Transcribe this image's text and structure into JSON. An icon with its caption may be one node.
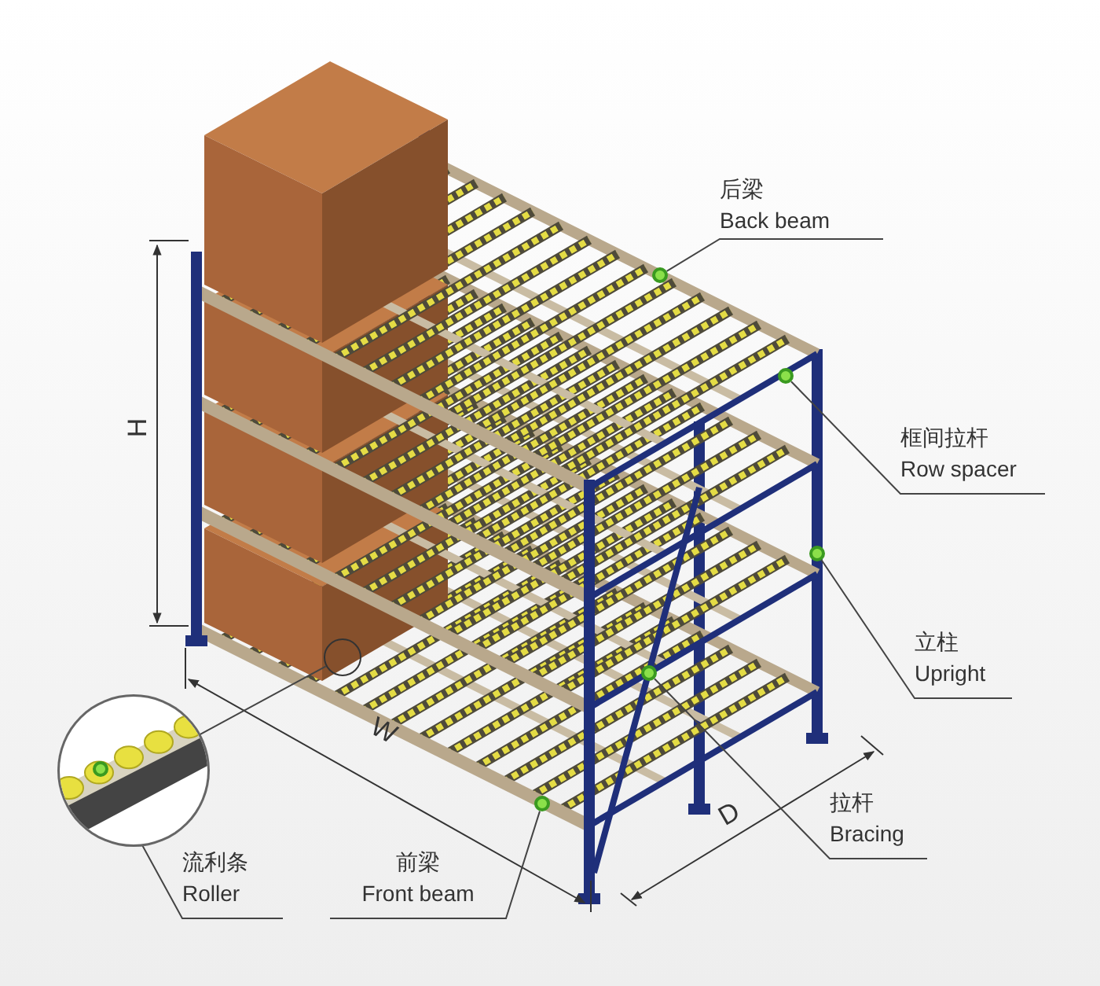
{
  "diagram": {
    "nodes": [
      {
        "text": [
          "后梁",
          "Back beam"
        ]
      },
      {
        "text": [
          "框间拉杆",
          "Row spacer"
        ]
      },
      {
        "text": [
          "立柱",
          "Upright"
        ]
      },
      {
        "text": [
          "拉杆",
          "Bracing"
        ]
      },
      {
        "text": [
          "前梁",
          "Front beam"
        ]
      },
      {
        "text": [
          "流利条",
          "Roller"
        ]
      },
      {
        "text": [],
        "shape": "circle"
      },
      {
        "text": [],
        "shape": "circle"
      },
      {
        "text": [],
        "shape": "circle"
      },
      {
        "text": [],
        "shape": "circle"
      },
      {
        "text": [],
        "shape": "circle"
      },
      {
        "text": [],
        "shape": "circle"
      },
      {
        "text": [],
        "shape": "circle",
        "in": 11
      },
      {
        "text": [],
        "shape": "circle"
      }
    ],
    "edges": [
      {
        "from": 0,
        "to": 6,
        "arrow": "none"
      },
      {
        "from": 1,
        "to": 7,
        "arrow": "none"
      },
      {
        "from": 2,
        "to": 8,
        "arrow": "none"
      },
      {
        "from": 3,
        "to": 9,
        "arrow": "none"
      },
      {
        "from": 4,
        "to": 10,
        "arrow": "none"
      },
      {
        "from": 5,
        "to": 12,
        "arrow": "none"
      },
      {
        "from": 11,
        "to": 13,
        "arrow": "none"
      }
    ],
    "labels": [
      "H",
      "W",
      "D"
    ]
  }
}
